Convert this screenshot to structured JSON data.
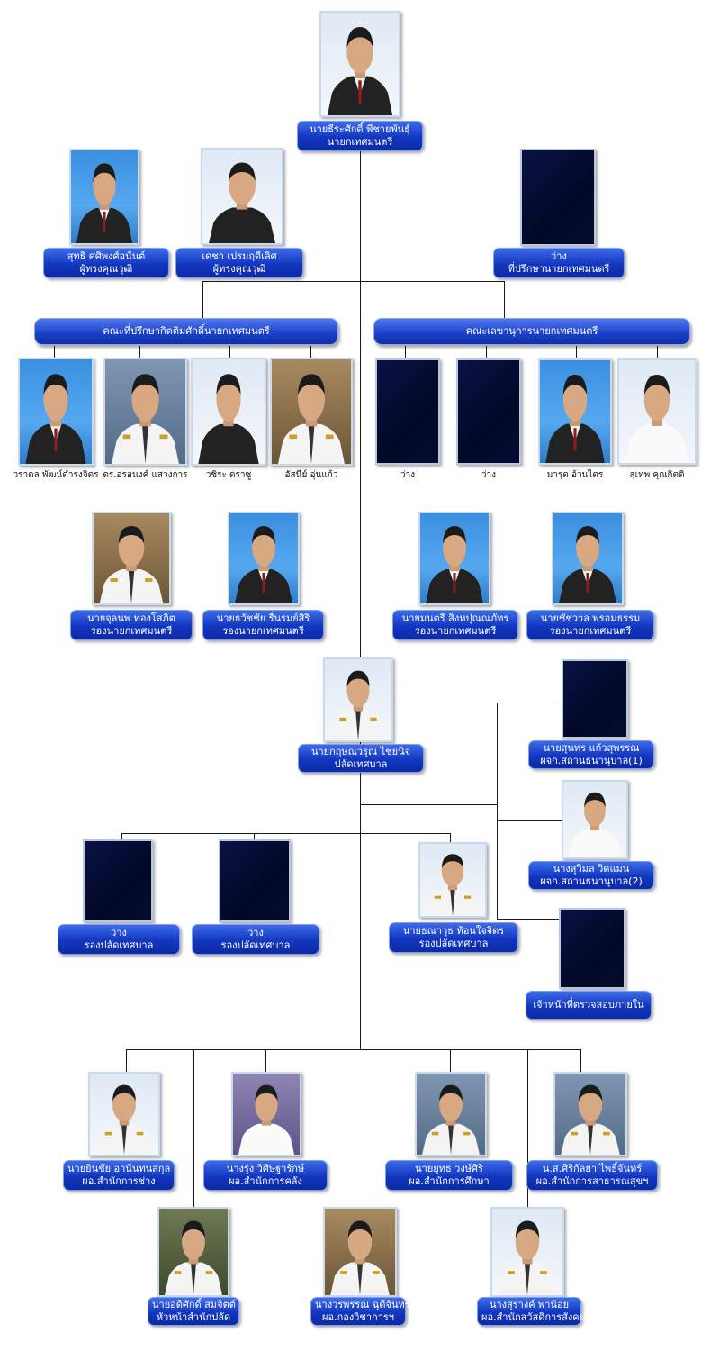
{
  "mayor": {
    "name": "นายธีระศักดิ์ พีชายพันธุ์",
    "title": "นายกเทศมนตรี"
  },
  "advisors": [
    {
      "name": "สุทธิ ศศิพงศ์อนันต์",
      "title": "ผู้ทรงคุณวุฒิ"
    },
    {
      "name": "เดชา เปรมฤดีเลิศ",
      "title": "ผู้ทรงคุณวุฒิ"
    },
    {
      "name": "ว่าง",
      "title": "ที่ปรึกษานายกเทศมนตรี"
    }
  ],
  "committees": {
    "honorary": {
      "title": "คณะที่ปรึกษากิตติมศักดิ์นายกเทศมนตรี",
      "members": [
        "วราดล พัฒน์ดำรงจิตร",
        "ดร.อรอนงค์ แสวงการ",
        "วชิระ ดราซู",
        "อัสนีย์ อุ่นแก้ว"
      ]
    },
    "secretaries": {
      "title": "คณะเลขานุการนายกเทศมนตรี",
      "members": [
        "ว่าง",
        "ว่าง",
        "มารุต อ้วนไตร",
        "สุเทพ คุณกิตติ"
      ]
    }
  },
  "deputy_mayors": [
    {
      "name": "นายจุลนพ ทองโสภิต",
      "title": "รองนายกเทศมนตรี"
    },
    {
      "name": "นายธวัชชัย รื่นรมย์สิริ",
      "title": "รองนายกเทศมนตรี"
    },
    {
      "name": "นายมนตรี สิงหปุณณภัทร",
      "title": "รองนายกเทศมนตรี"
    },
    {
      "name": "นายชัชวาล พรอมธรรม",
      "title": "รองนายกเทศมนตรี"
    }
  ],
  "clerk": {
    "name": "นายกฤษณวรุณ ไชยนิจ",
    "title": "ปลัดเทศบาล"
  },
  "clinics": [
    {
      "name": "นายสุนทร แก้วสุพรรณ",
      "title": "ผจก.สถานธนานุบาล(1)"
    },
    {
      "name": "นางสุวิมล วิดแมน",
      "title": "ผจก.สถานธนานุบาล(2)"
    },
    {
      "name": "เจ้าหน้าที่ตรวจสอบภายใน",
      "title": ""
    }
  ],
  "deputy_clerks": [
    {
      "name": "ว่าง",
      "title": "รองปลัดเทศบาล"
    },
    {
      "name": "ว่าง",
      "title": "รองปลัดเทศบาล"
    },
    {
      "name": "นายธณาวุธ ท้อนใจจิตร",
      "title": "รองปลัดเทศบาล"
    }
  ],
  "directors": [
    {
      "name": "นายยินชัย อานันทนสกุล",
      "title": "ผอ.สำนักการช่าง"
    },
    {
      "name": "นางรุ่ง วิศิษฐารักษ์",
      "title": "ผอ.สำนักการคลัง"
    },
    {
      "name": "นายยุทธ วงษ์ศิริ",
      "title": "ผอ.สำนักการศึกษา"
    },
    {
      "name": "น.ส.ศิริกัลยา ไพธิ์จันทร์",
      "title": "ผอ.สำนักการสาธารณสุขฯ"
    }
  ],
  "heads": [
    {
      "name": "นายอดิศักดิ์ สมจิตต์",
      "title": "หัวหน้าสำนักปลัด"
    },
    {
      "name": "นางวรพรรณ ฉุดีจันทร์",
      "title": "ผอ.กองวิชาการฯ"
    },
    {
      "name": "นางสุรางค์ พาน้อย",
      "title": "ผอ.สำนักสวัสดิการสังคม"
    }
  ]
}
